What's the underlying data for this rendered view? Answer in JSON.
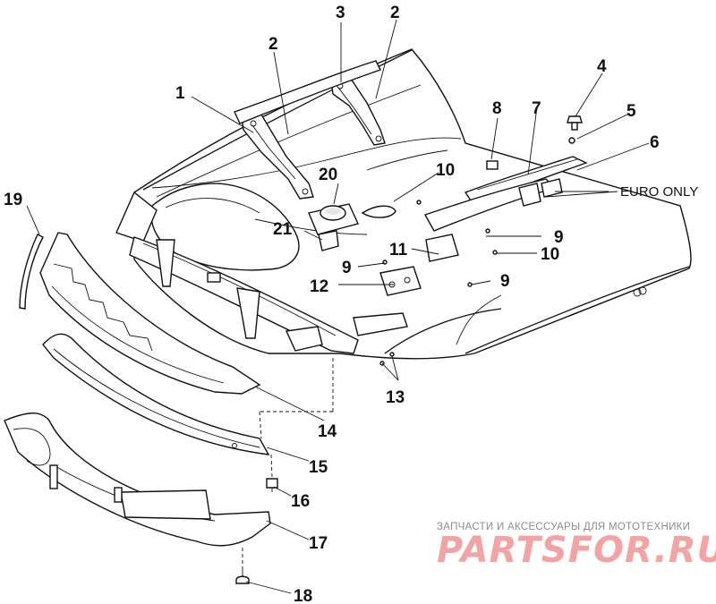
{
  "diagram": {
    "callouts": [
      {
        "id": "c1",
        "label": "1"
      },
      {
        "id": "c2a",
        "label": "2"
      },
      {
        "id": "c2b",
        "label": "2"
      },
      {
        "id": "c3",
        "label": "3"
      },
      {
        "id": "c4",
        "label": "4"
      },
      {
        "id": "c5",
        "label": "5"
      },
      {
        "id": "c6",
        "label": "6"
      },
      {
        "id": "c7",
        "label": "7"
      },
      {
        "id": "c8",
        "label": "8"
      },
      {
        "id": "c9a",
        "label": "9"
      },
      {
        "id": "c9b",
        "label": "9"
      },
      {
        "id": "c9c",
        "label": "9"
      },
      {
        "id": "c10a",
        "label": "10"
      },
      {
        "id": "c10b",
        "label": "10"
      },
      {
        "id": "c11",
        "label": "11"
      },
      {
        "id": "c12",
        "label": "12"
      },
      {
        "id": "c13",
        "label": "13"
      },
      {
        "id": "c14",
        "label": "14"
      },
      {
        "id": "c15",
        "label": "15"
      },
      {
        "id": "c16",
        "label": "16"
      },
      {
        "id": "c17",
        "label": "17"
      },
      {
        "id": "c18",
        "label": "18"
      },
      {
        "id": "c19",
        "label": "19"
      },
      {
        "id": "c20",
        "label": "20"
      },
      {
        "id": "c21",
        "label": "21"
      }
    ],
    "euro_note": "EURO ONLY"
  },
  "watermark": {
    "tagline": "ЗАПЧАСТИ И АКСЕССУАРЫ ДЛЯ МОТОТЕХНИКИ",
    "logo": "PARTSFOR.RU",
    "logo_color": "#f3a3a3",
    "tagline_color": "#8c8c8c"
  }
}
